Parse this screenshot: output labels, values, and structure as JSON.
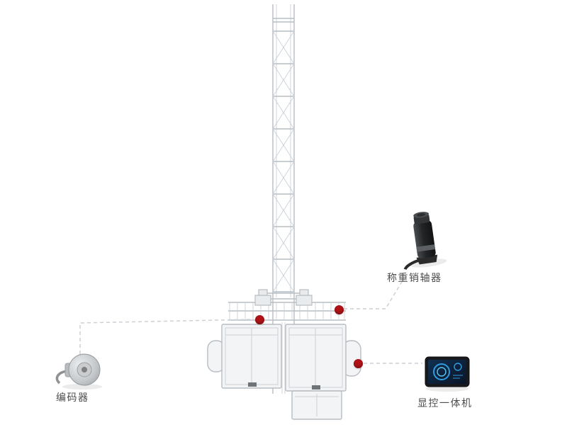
{
  "diagram": {
    "type": "annotated-technical-diagram",
    "subject": "construction-hoist-twin-cage-mast",
    "callouts": [
      {
        "id": "weighing-pin-sensor",
        "label": "称重销轴器"
      },
      {
        "id": "encoder",
        "label": "编码器"
      },
      {
        "id": "display-control-unit",
        "label": "显控一体机"
      }
    ],
    "colors": {
      "marker": "#b11217",
      "lineArt": "#b7bdc3",
      "dashed": "#ccd1d5",
      "labelText": "#4d4d4d"
    }
  }
}
